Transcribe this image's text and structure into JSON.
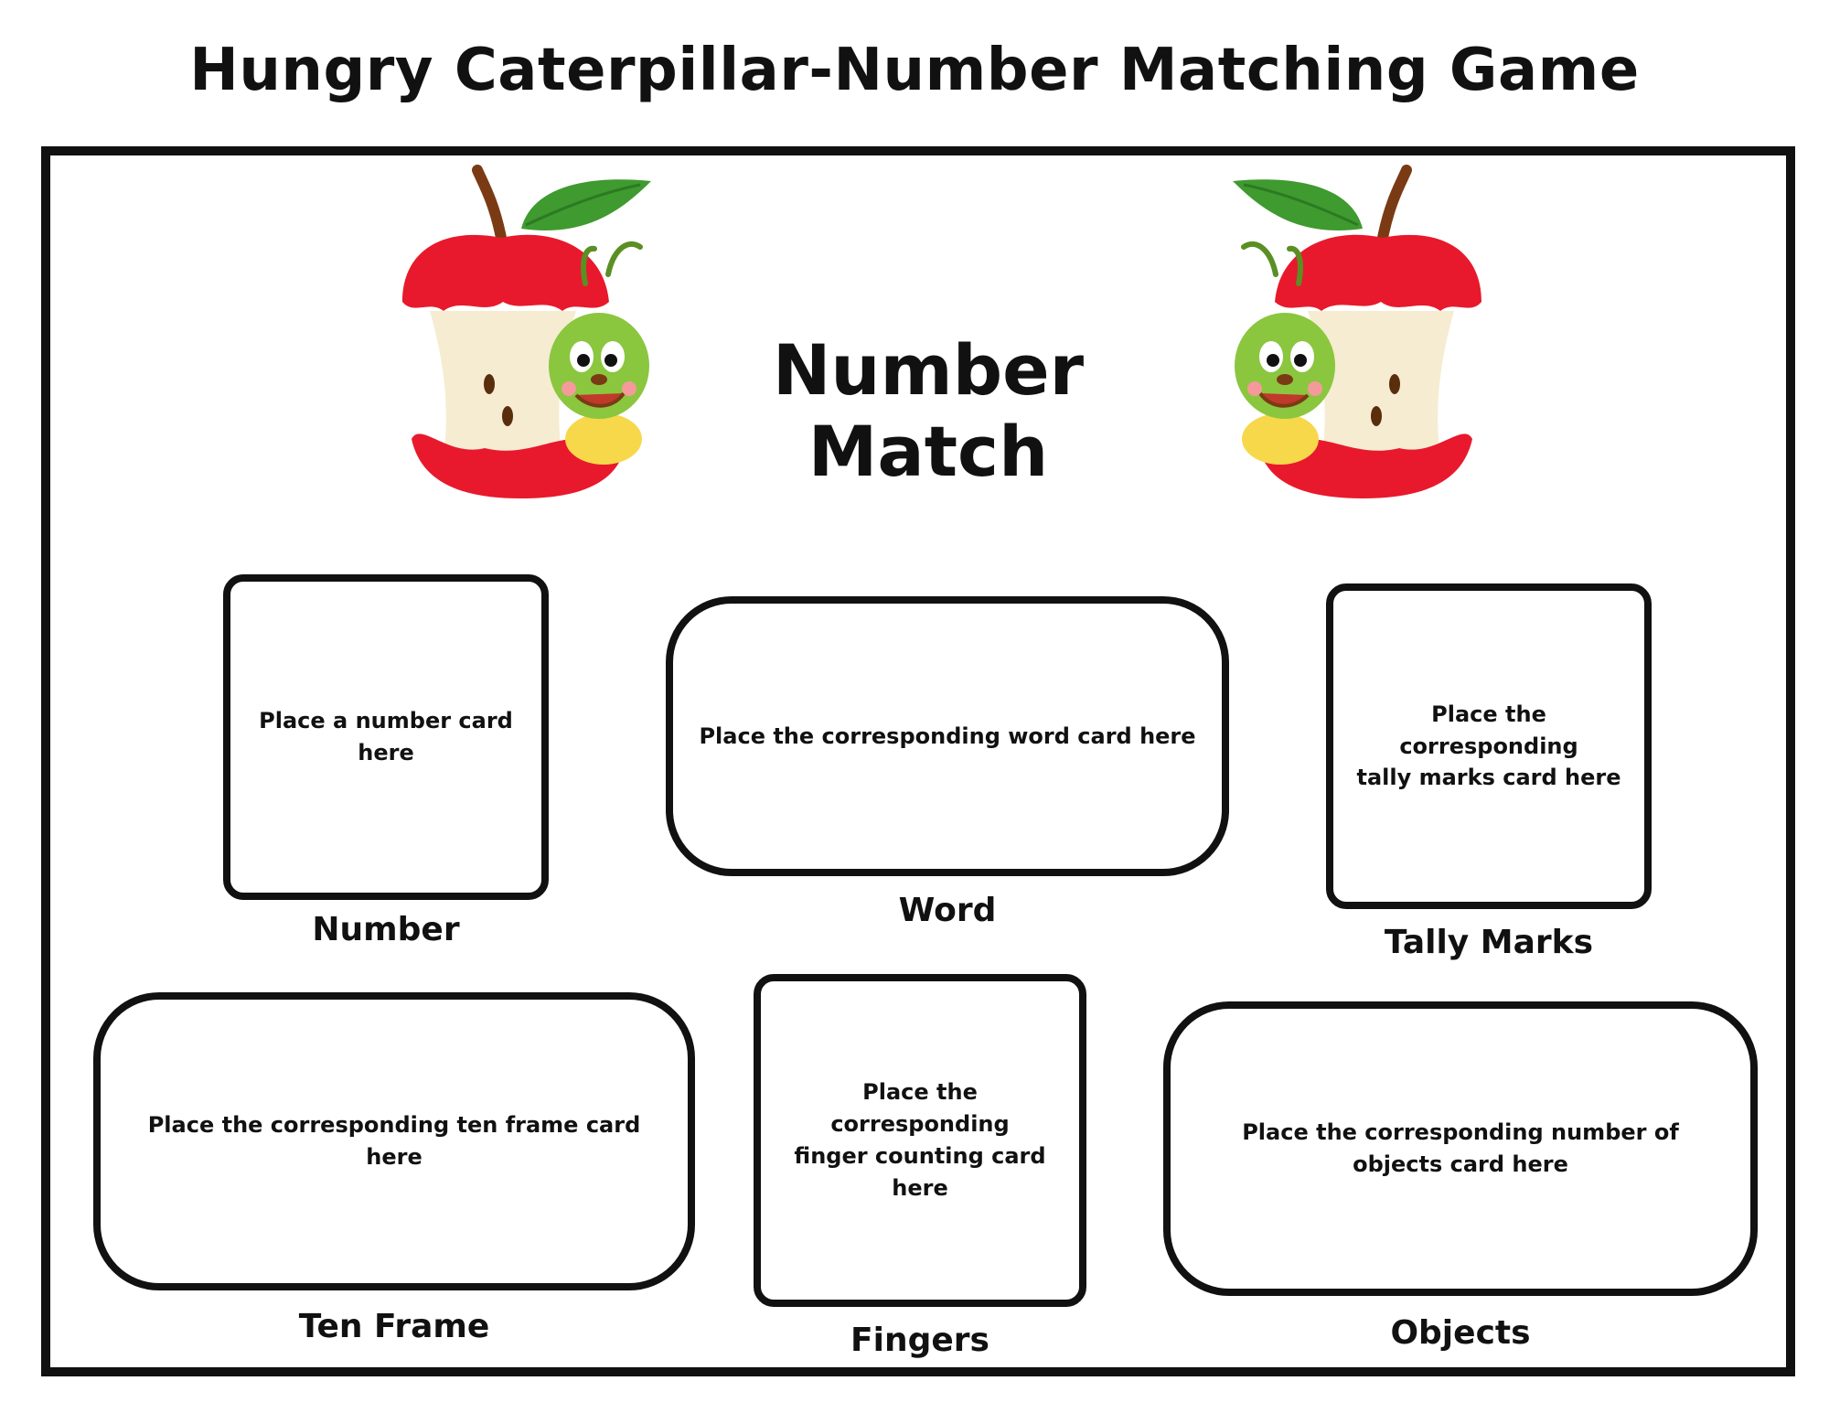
{
  "page": {
    "title": "Hungry Caterpillar-Number Matching Game"
  },
  "board": {
    "subtitle": "Number Match",
    "illustrations": [
      "apple-caterpillar-left-icon",
      "apple-caterpillar-right-icon"
    ],
    "colors": {
      "apple_red": "#e8192c",
      "leaf_green": "#3f9a2f",
      "caterpillar_green": "#8bc63f",
      "stem_brown": "#7a3b14",
      "border": "#111111"
    },
    "slots": [
      {
        "id": "number",
        "instruction": "Place a number card here",
        "label": "Number"
      },
      {
        "id": "word",
        "instruction": "Place the corresponding word card here",
        "label": "Word"
      },
      {
        "id": "tally-marks",
        "instruction": "Place the corresponding\ntally marks card here",
        "label": "Tally Marks"
      },
      {
        "id": "ten-frame",
        "instruction": "Place the corresponding ten frame card here",
        "label": "Ten Frame"
      },
      {
        "id": "fingers",
        "instruction": "Place the corresponding\nfinger counting card here",
        "label": "Fingers"
      },
      {
        "id": "objects",
        "instruction": "Place the corresponding number of\nobjects card here",
        "label": "Objects"
      }
    ]
  }
}
